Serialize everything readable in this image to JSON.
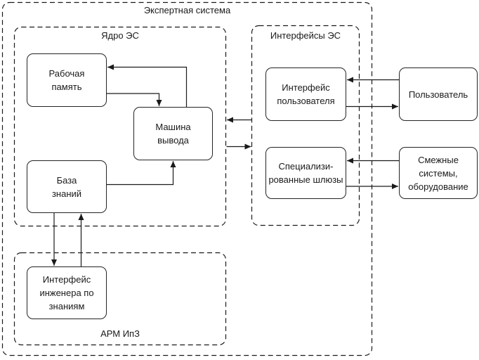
{
  "diagram": {
    "type": "block-diagram",
    "groups": {
      "expert_system": {
        "label": "Экспертная система"
      },
      "core": {
        "label": "Ядро ЭС"
      },
      "interfaces": {
        "label": "Интерфейсы ЭС"
      },
      "arm": {
        "label": "АРМ ИпЗ"
      }
    },
    "nodes": {
      "working_memory": {
        "label": "Рабочая\nпамять"
      },
      "inference_engine": {
        "label": "Машина\nвывода"
      },
      "knowledge_base": {
        "label": "База\nзнаний"
      },
      "knowledge_engineer_interface": {
        "label": "Интерфейс\nинженера по\nзнаниям"
      },
      "user_interface": {
        "label": "Интерфейс\nпользователя"
      },
      "specialized_gateways": {
        "label": "Специализи-\nрованные шлюзы"
      },
      "user": {
        "label": "Пользователь"
      },
      "adjacent_systems": {
        "label": "Смежные\nсистемы,\nоборудование"
      }
    },
    "edges": [
      {
        "from": "inference_engine",
        "to": "working_memory"
      },
      {
        "from": "working_memory",
        "to": "inference_engine"
      },
      {
        "from": "knowledge_base",
        "to": "inference_engine"
      },
      {
        "from": "interfaces",
        "to": "core"
      },
      {
        "from": "core",
        "to": "interfaces"
      },
      {
        "from": "user",
        "to": "user_interface"
      },
      {
        "from": "user_interface",
        "to": "user"
      },
      {
        "from": "adjacent_systems",
        "to": "specialized_gateways"
      },
      {
        "from": "specialized_gateways",
        "to": "adjacent_systems"
      },
      {
        "from": "knowledge_base",
        "to": "knowledge_engineer_interface"
      },
      {
        "from": "knowledge_engineer_interface",
        "to": "knowledge_base"
      }
    ],
    "colors": {
      "background": "#ffffff",
      "line": "#1a1a1a",
      "text": "#1a1a1a"
    }
  }
}
